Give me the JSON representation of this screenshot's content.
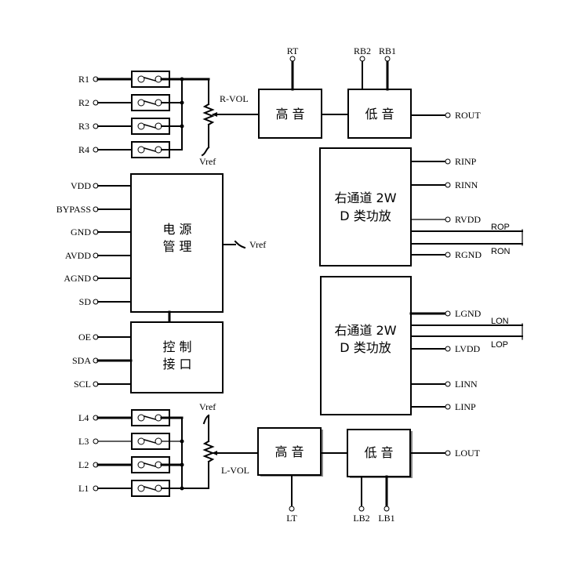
{
  "diagram": {
    "type": "block-diagram",
    "right_switches": {
      "inputs": [
        "R1",
        "R2",
        "R3",
        "R4"
      ],
      "pot_label": "R-VOL",
      "vref_label": "Vref"
    },
    "left_switches": {
      "inputs": [
        "L4",
        "L3",
        "L2",
        "L1"
      ],
      "pot_label": "L-VOL",
      "vref_label": "Vref"
    },
    "right_treble": {
      "label": "高 音",
      "pin": "RT"
    },
    "right_bass": {
      "label": "低 音",
      "pins": [
        "RB2",
        "RB1"
      ],
      "output": "ROUT"
    },
    "left_treble": {
      "label": "高 音",
      "pin": "LT"
    },
    "left_bass": {
      "label": "低 音",
      "pins": [
        "LB2",
        "LB1"
      ],
      "output": "LOUT"
    },
    "power_mgmt": {
      "line1": "电 源",
      "line2": "管 理",
      "pins": [
        "VDD",
        "BYPASS",
        "GND",
        "AVDD",
        "AGND",
        "SD"
      ],
      "output": "Vref"
    },
    "control_if": {
      "line1": "控 制",
      "line2": "接 口",
      "pins": [
        "OE",
        "SDA",
        "SCL"
      ]
    },
    "amp_top": {
      "line1": "右通道 2W",
      "line2": "D 类功放",
      "pins": [
        "RINP",
        "RINN",
        "RVDD",
        "RGND"
      ],
      "outputs": [
        "ROP",
        "RON"
      ]
    },
    "amp_bottom": {
      "line1": "右通道 2W",
      "line2": "D 类功放",
      "pins": [
        "LGND",
        "LVDD",
        "LINN",
        "LINP"
      ],
      "outputs": [
        "LON",
        "LOP"
      ]
    }
  }
}
